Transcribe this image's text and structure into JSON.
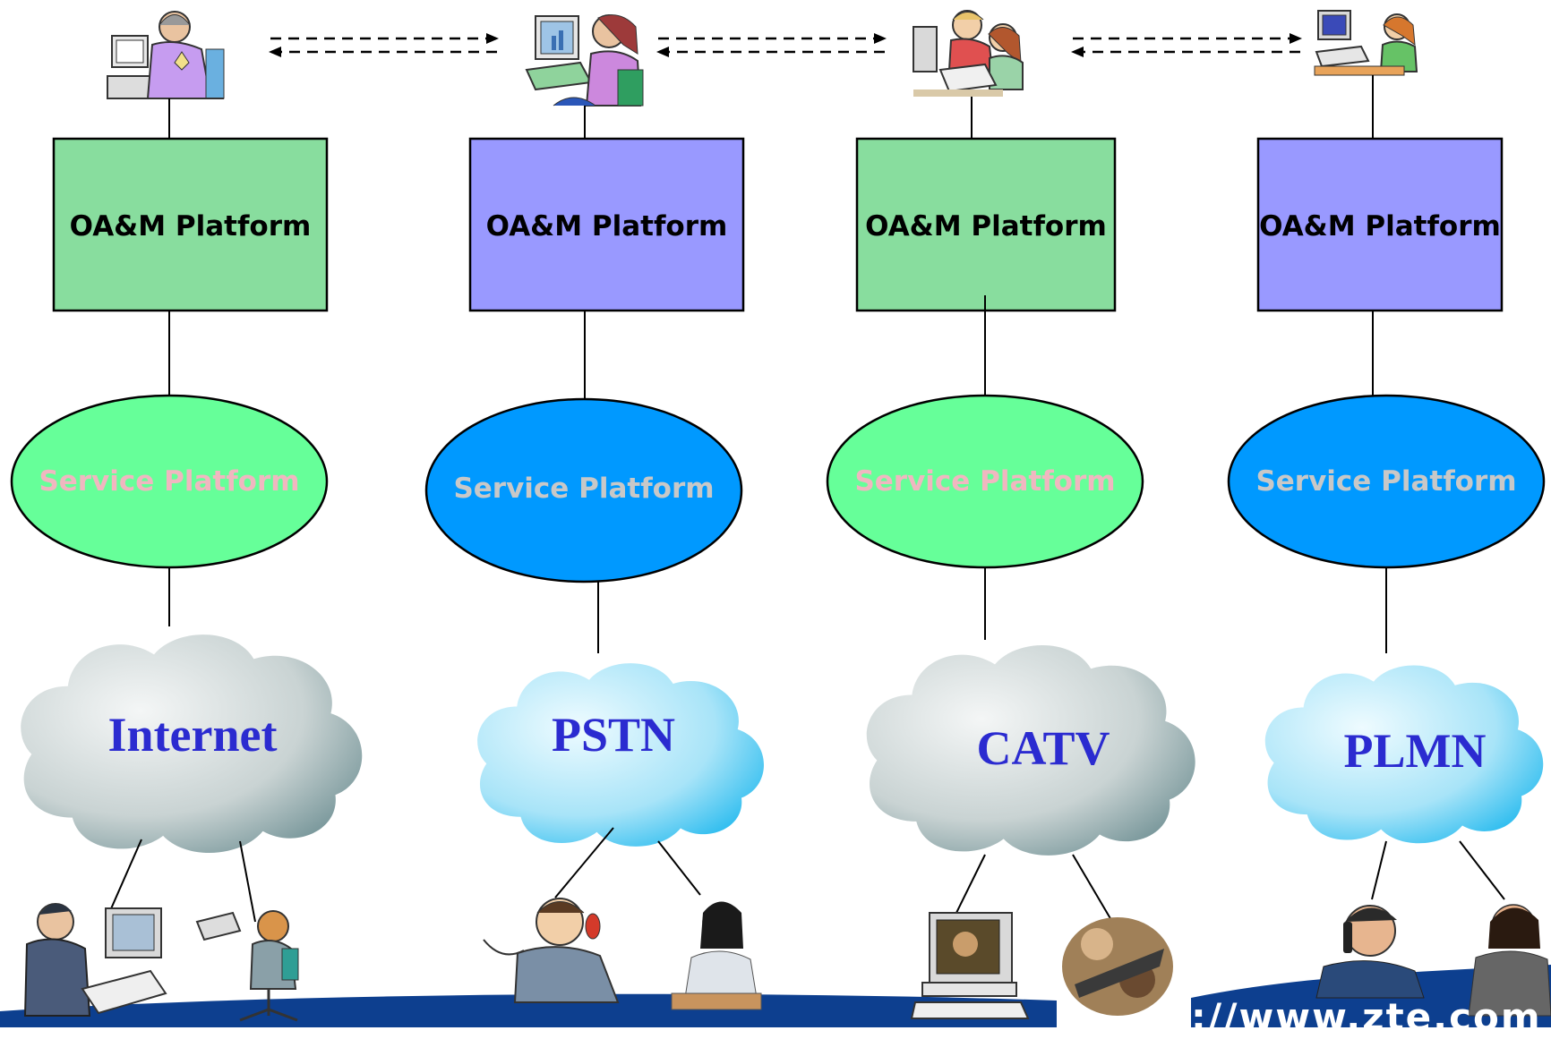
{
  "operators": [
    {
      "icon": "operator-workstation-icon",
      "oam": {
        "label": "OA&M Platform",
        "color": "#88dd9e"
      },
      "service": {
        "label": "Service Platform",
        "fill": "#66ff99",
        "text_color": "#f0b7c0"
      },
      "network": {
        "label": "Internet",
        "style": "gray-cloud"
      },
      "endpoints": [
        "desktop-user-icon",
        "laptop-user-icon"
      ]
    },
    {
      "icon": "operator-workstation-icon",
      "oam": {
        "label": "OA&M Platform",
        "color": "#9999ff"
      },
      "service": {
        "label": "Service Platform",
        "fill": "#0099ff",
        "text_color": "#c8c8c8"
      },
      "network": {
        "label": "PSTN",
        "style": "blue-cloud"
      },
      "endpoints": [
        "telephone-user-icon",
        "phone-office-worker-icon"
      ]
    },
    {
      "icon": "operator-workstation-icon",
      "oam": {
        "label": "OA&M Platform",
        "color": "#88dd9e"
      },
      "service": {
        "label": "Service Platform",
        "fill": "#66ff99",
        "text_color": "#f0b7c0"
      },
      "network": {
        "label": "CATV",
        "style": "gray-cloud"
      },
      "endpoints": [
        "tv-terminal-icon",
        "video-photo-icon"
      ]
    },
    {
      "icon": "operator-workstation-icon",
      "oam": {
        "label": "OA&M Platform",
        "color": "#9999ff"
      },
      "service": {
        "label": "Service Platform",
        "fill": "#0099ff",
        "text_color": "#c8c8c8"
      },
      "network": {
        "label": "PLMN",
        "style": "blue-cloud"
      },
      "endpoints": [
        "mobile-user-icon",
        "mobile-woman-icon"
      ]
    }
  ],
  "footer": {
    "url_fragment": "://www.zte.com"
  },
  "colors": {
    "line": "#000000",
    "network_label": "#2b2bd0",
    "footer_band": "#0d3f8f"
  }
}
